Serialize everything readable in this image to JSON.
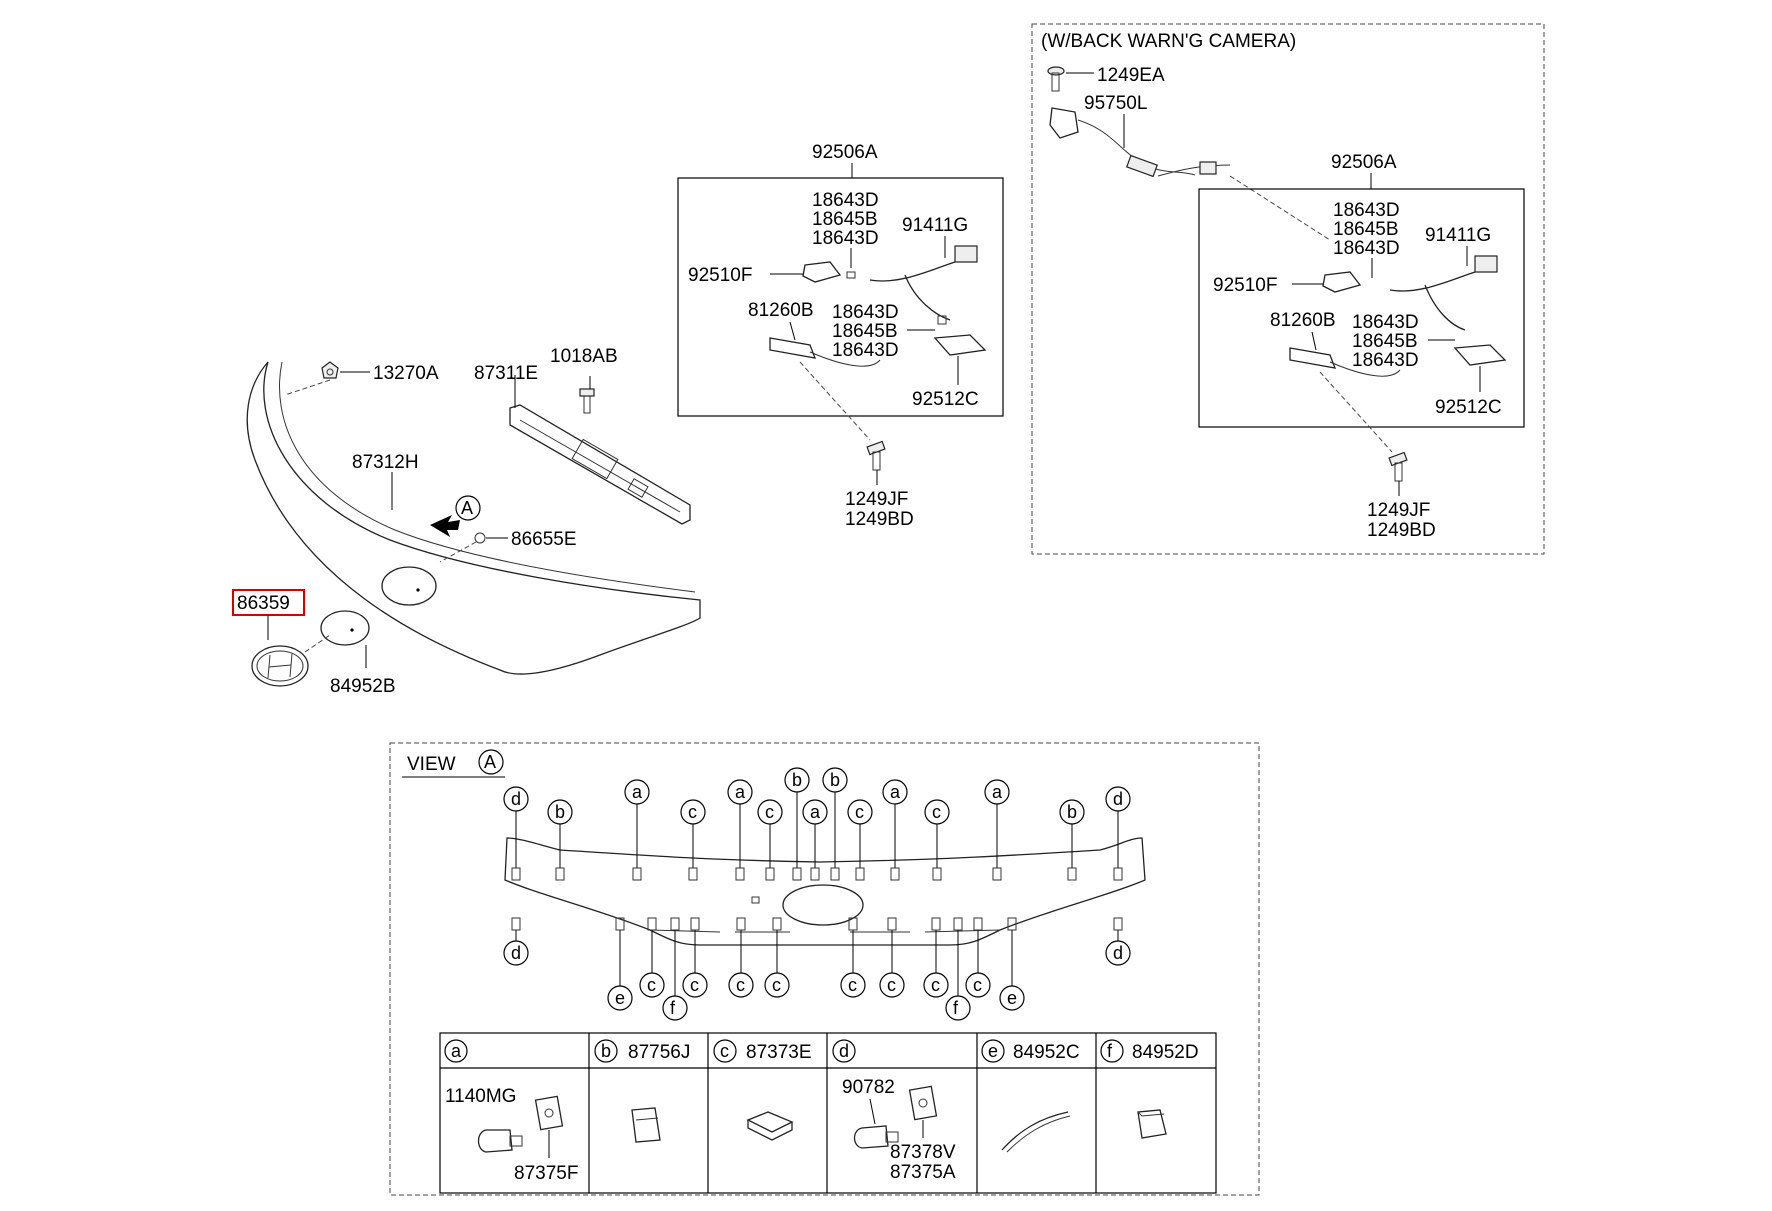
{
  "labels": {
    "p13270A": "13270A",
    "p87311E": "87311E",
    "p1018AB": "1018AB",
    "p87312H": "87312H",
    "p86655E": "86655E",
    "p86359": "86359",
    "p84952B": "84952B",
    "viewA_marker": "A",
    "g1_title": "92506A",
    "g1_18643D_1": "18643D",
    "g1_18645B_1": "18645B",
    "g1_18643D_2": "18643D",
    "g1_91411G": "91411G",
    "g1_92510F": "92510F",
    "g1_81260B": "81260B",
    "g1_18643D_3": "18643D",
    "g1_18645B_2": "18645B",
    "g1_18643D_4": "18643D",
    "g1_92512C": "92512C",
    "g1_1249JF": "1249JF",
    "g1_1249BD": "1249BD",
    "cam_title": "(W/BACK WARN'G CAMERA)",
    "cam_1249EA": "1249EA",
    "cam_95750L": "95750L",
    "g2_title": "92506A",
    "g2_18643D_1": "18643D",
    "g2_18645B_1": "18645B",
    "g2_18643D_2": "18643D",
    "g2_91411G": "91411G",
    "g2_92510F": "92510F",
    "g2_81260B": "81260B",
    "g2_18643D_3": "18643D",
    "g2_18645B_2": "18645B",
    "g2_18643D_4": "18643D",
    "g2_92512C": "92512C",
    "g2_1249JF": "1249JF",
    "g2_1249BD": "1249BD",
    "view_title": "VIEW",
    "view_letter": "A"
  },
  "legend": [
    {
      "letter": "a",
      "part": "",
      "items": [
        "1140MG",
        "87375F"
      ]
    },
    {
      "letter": "b",
      "part": "87756J",
      "items": []
    },
    {
      "letter": "c",
      "part": "87373E",
      "items": []
    },
    {
      "letter": "d",
      "part": "",
      "items": [
        "90782",
        "87378V",
        "87375A"
      ]
    },
    {
      "letter": "e",
      "part": "84952C",
      "items": []
    },
    {
      "letter": "f",
      "part": "84952D",
      "items": []
    }
  ],
  "view_markers_top": [
    "d",
    "b",
    "a",
    "c",
    "a",
    "c",
    "b",
    "a",
    "b",
    "c",
    "a",
    "c",
    "a",
    "b",
    "d"
  ],
  "view_markers_bottom": [
    "d",
    "e",
    "c",
    "f",
    "c",
    "c",
    "c",
    "c",
    "c",
    "c",
    "f",
    "c",
    "e",
    "d"
  ],
  "highlight_part": "86359",
  "colors": {
    "highlight": "#d40000",
    "line": "#000000"
  }
}
